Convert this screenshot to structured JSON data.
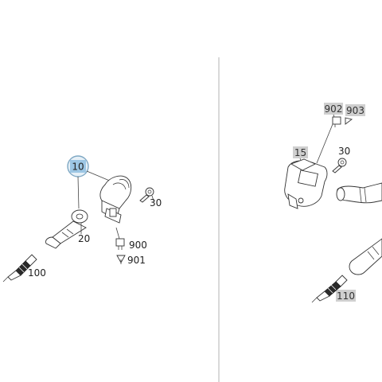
{
  "colors": {
    "highlight_fill": "#9cc6e4",
    "highlight_ring": "#7fa8c4",
    "grey_box": "#cfcfcf",
    "divider": "#b3b3b3"
  },
  "left_panel": {
    "labels": {
      "l10": "10",
      "l20": "20",
      "l30": "30",
      "l100": "100",
      "l900": "900",
      "l901": "901"
    }
  },
  "right_panel": {
    "labels": {
      "r15": "15",
      "r30": "30",
      "r110": "110",
      "r902": "902",
      "r903": "903"
    }
  }
}
